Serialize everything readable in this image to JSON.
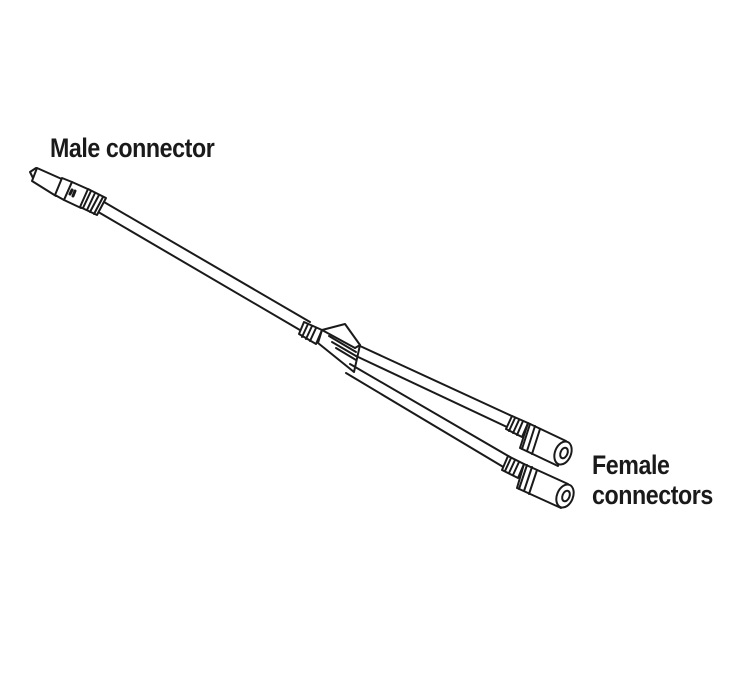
{
  "labels": {
    "male": "Male connector",
    "female_line1": "Female",
    "female_line2": "connectors"
  },
  "colors": {
    "ink": "#1a1a1a",
    "fill": "#ffffff"
  }
}
